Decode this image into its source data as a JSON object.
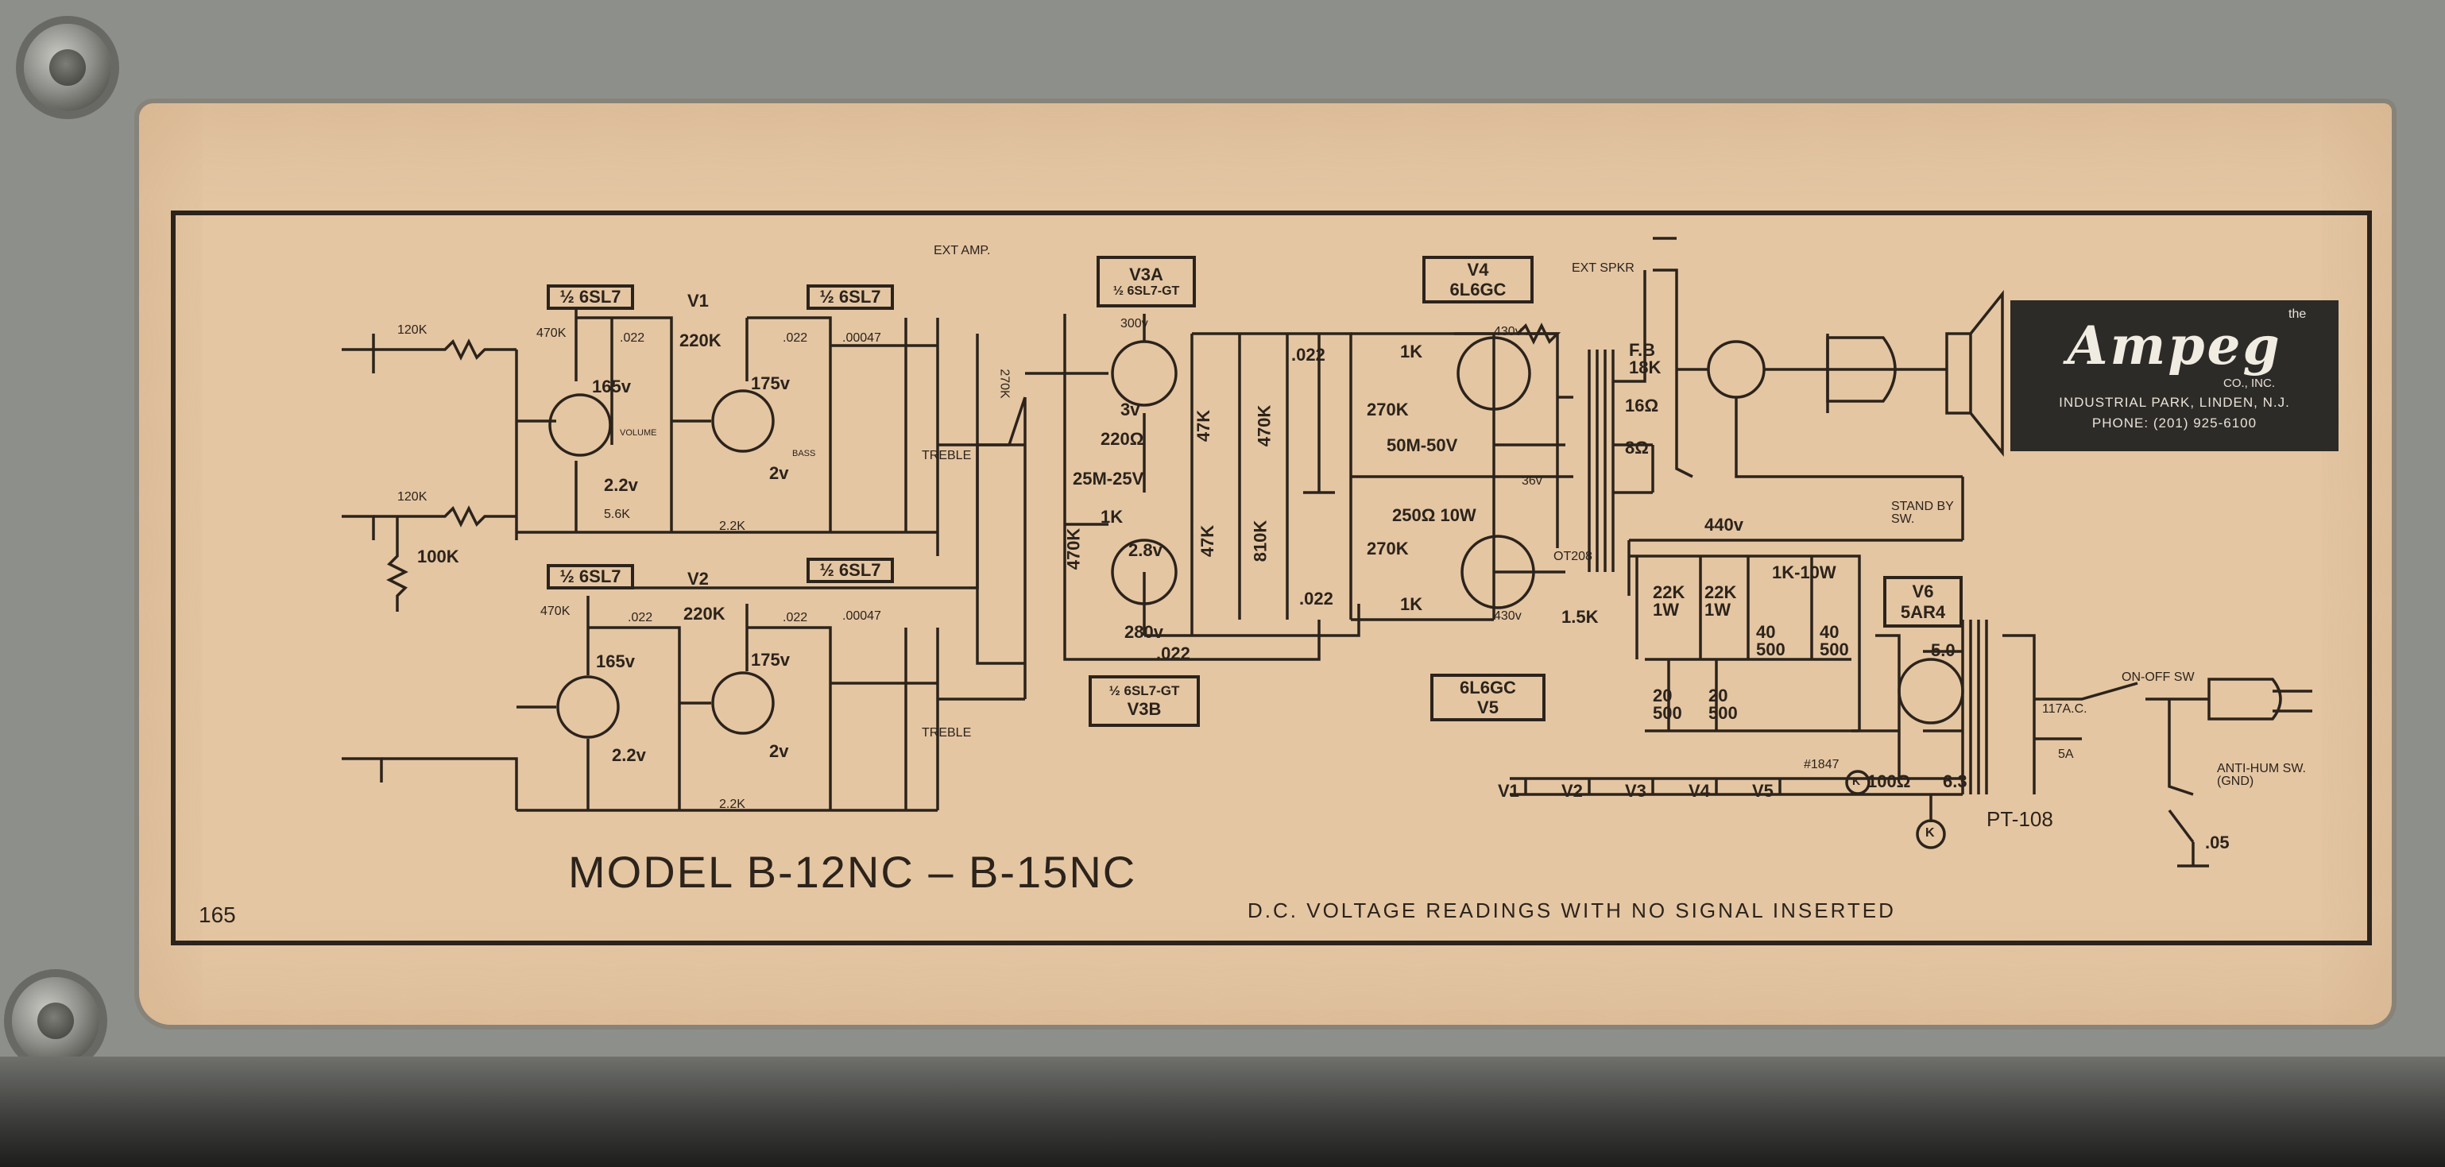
{
  "title": "MODEL B-12NC – B-15NC",
  "note": "D.C. VOLTAGE READINGS WITH NO SIGNAL INSERTED",
  "sheet_number": "165",
  "logo": {
    "the": "the",
    "brand": "Ampeg",
    "co": "CO., INC.",
    "address": "INDUSTRIAL PARK, LINDEN, N.J.",
    "phone": "PHONE: (201) 925-6100"
  },
  "tubes": {
    "v1": "V1",
    "v2": "V2",
    "half_6sl7_a": "½ 6SL7",
    "half_6sl7_b": "½ 6SL7",
    "half_6sl7_c": "½ 6SL7",
    "half_6sl7_d": "½ 6SL7",
    "v3a_name": "V3A",
    "v3a_type": "½ 6SL7-GT",
    "v3b_type": "½ 6SL7-GT",
    "v3b_name": "V3B",
    "v4_name": "V4",
    "v4_type": "6L6GC",
    "v5_type": "6L6GC",
    "v5_name": "V5",
    "v6_name": "V6",
    "v6_type": "5AR4"
  },
  "labels": {
    "ext_amp": "EXT AMP.",
    "ext_spkr": "EXT SPKR",
    "stand_by": "STAND BY SW.",
    "on_off": "ON-OFF SW",
    "anti_hum": "ANTI-HUM SW. (GND)",
    "pt": "PT-108",
    "ot": "OT208",
    "ac": "117A.C.",
    "fuse": "5A",
    "fuse_out": "5A",
    "volume": "VOLUME",
    "bass": "BASS",
    "treble": "TREBLE"
  },
  "values": {
    "r120k_a": "120K",
    "r120k_b": "120K",
    "r100k": "100K",
    "r470k_a": "470K",
    "r470k_b": "470K",
    "r470k_c": "470K",
    "c022_a": ".022",
    "c022_b": ".022",
    "c022_c": ".022",
    "c022_d": ".022",
    "c022_e": ".022",
    "c022_f": ".022",
    "r220k_a": "220K",
    "r220k_b": "220K",
    "c00047_a": ".00047",
    "c00047_b": ".00047",
    "v165_a": "165v",
    "v165_b": "165v",
    "v175_a": "175v",
    "v175_b": "175v",
    "v22_a": "2.2v",
    "v22_b": "2.2v",
    "v2_a": "2v",
    "v2_b": "2v",
    "r56k": "5.6K",
    "r22k_a": "2.2K",
    "r22k_b": "2.2K",
    "v300": "300v",
    "v3": "3v",
    "r2200": "220Ω",
    "c25": "25M-25V",
    "r1k_a": "1K",
    "v28": "2.8v",
    "v280": "280v",
    "r47k_a": "47K",
    "r47k_b": "47K",
    "r470k_d": "470K",
    "r810k": "810K",
    "r270k_a": "270K",
    "r270k_b": "270K",
    "r270k_c": "270K",
    "r1k_b": "1K",
    "r1k_c": "1K",
    "c50": "50M-50V",
    "r250": "250Ω 10W",
    "v430_a": "430v",
    "v430_b": "430v",
    "v36": "36v",
    "fb": "F.B 18K",
    "r16": "16Ω",
    "r8": "8Ω",
    "r15k": "1.5K",
    "v440": "440v",
    "r22k1w_a": "22K 1W",
    "r22k1w_b": "22K 1W",
    "r1k10w": "1K-10W",
    "c40_a": "40 500",
    "c40_b": "40 500",
    "c20_a": "20 500",
    "c20_b": "20 500",
    "v50": "5.0",
    "r100": "100Ω",
    "v63": "6.3",
    "c05": ".05",
    "bulb": "K",
    "jewel": "K"
  },
  "filaments": [
    "V1",
    "V2",
    "V3",
    "V4",
    "V5"
  ],
  "filament_label": "#1847"
}
